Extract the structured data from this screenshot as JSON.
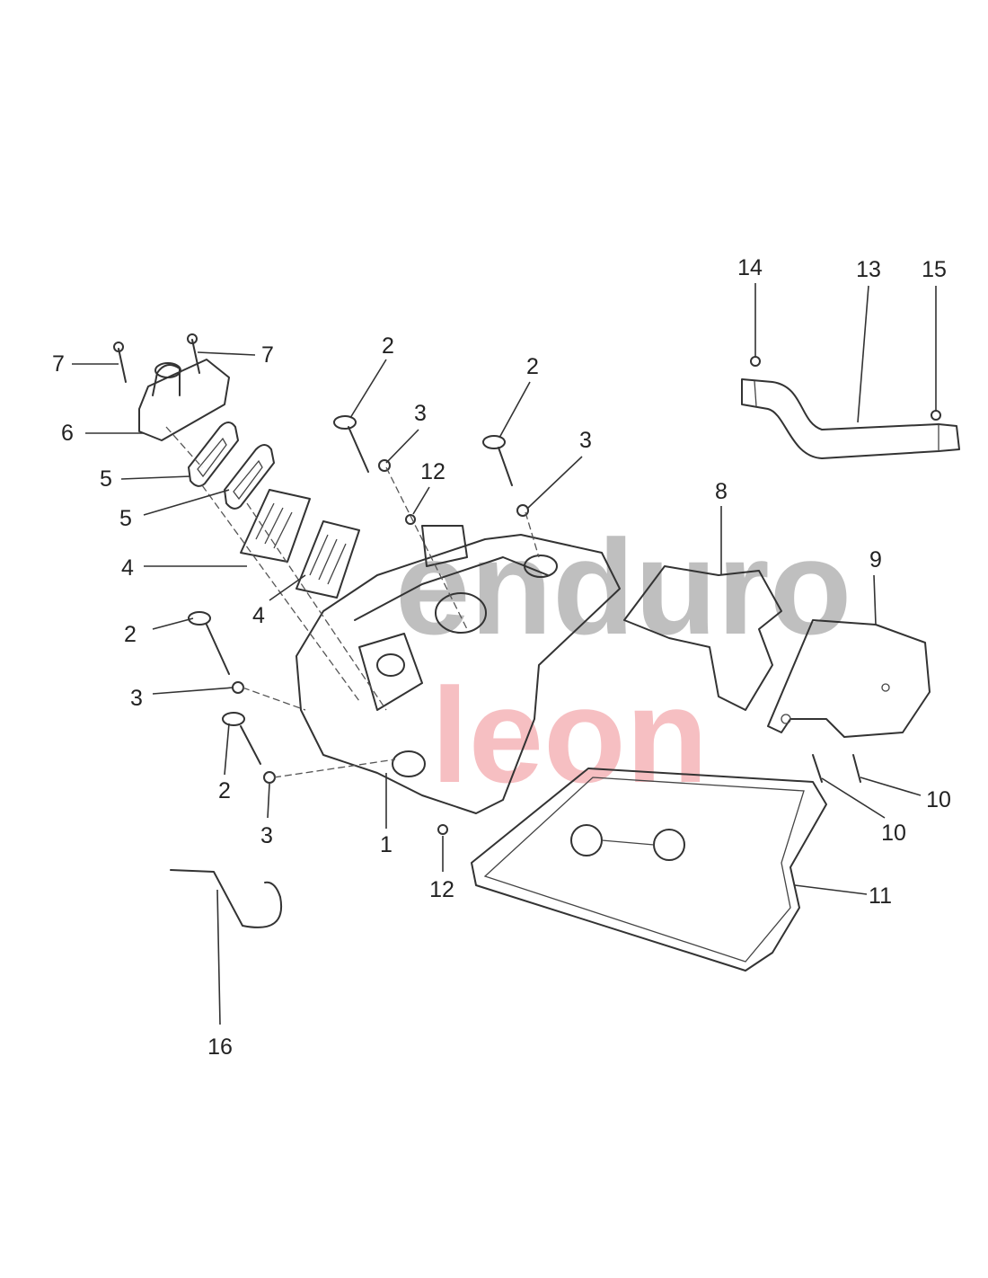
{
  "diagram": {
    "type": "exploded parts diagram",
    "watermark": {
      "line1": "enduro",
      "line2": "leon"
    },
    "callouts": [
      "14",
      "13",
      "15",
      "7",
      "7",
      "2",
      "2",
      "3",
      "3",
      "12",
      "6",
      "5",
      "5",
      "4",
      "4",
      "8",
      "9",
      "2",
      "3",
      "2",
      "3",
      "1",
      "12",
      "10",
      "10",
      "11",
      "16"
    ]
  }
}
